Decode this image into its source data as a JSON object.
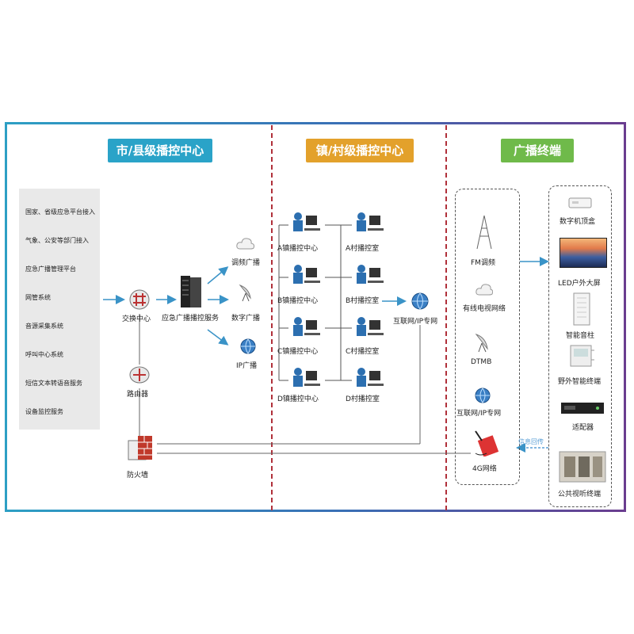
{
  "headers": {
    "county": "市/县级播控中心",
    "town": "镇/村级播控中心",
    "terminal": "广播终端"
  },
  "colors": {
    "county_header": "#2aa3c8",
    "town_header": "#e3a12b",
    "terminal_header": "#6fba4a",
    "divider": "#b0303a",
    "arrow": "#3a93c7"
  },
  "sources": [
    "国家、省级应急平台接入",
    "气象、公安等部门接入",
    "应急广播管理平台",
    "网管系统",
    "音源采集系统",
    "呼叫中心系统",
    "短信文本转语音服务",
    "设备监控服务"
  ],
  "county_nodes": {
    "exchange": "交换中心",
    "router": "路由器",
    "firewall": "防火墙",
    "server": "应急广播播控服务",
    "fm": "调频广播",
    "digital": "数字广播",
    "ip": "IP广播"
  },
  "town_centers": [
    "A镇播控中心",
    "B镇播控中心",
    "C镇播控中心",
    "D镇播控中心"
  ],
  "village_rooms": [
    "A村播控室",
    "B村播控室",
    "C村播控室",
    "D村播控室"
  ],
  "network": "互联网/IP专网",
  "channels": [
    "FM调频",
    "有线电视网络",
    "DTMB",
    "互联网/IP专网",
    "4G网络"
  ],
  "terminals": [
    "数字机顶盒",
    "LED户外大屏",
    "智能音柱",
    "野外智能终端",
    "适配器",
    "公共视听终端"
  ],
  "feedback": "信息回传"
}
